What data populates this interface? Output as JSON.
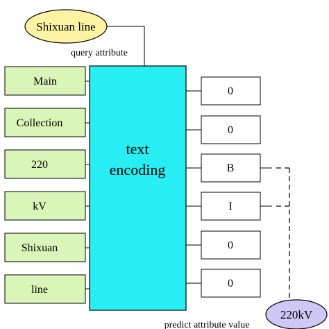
{
  "query": {
    "text": "Shixuan line",
    "label": "query attribute",
    "fill": "#fdf3a3",
    "label_color": "#e3a520"
  },
  "inputs": {
    "fill": "#d9f5b8",
    "items": [
      "Main",
      "Collection",
      "220",
      "kV",
      "Shixuan",
      "line"
    ]
  },
  "encoder": {
    "line1": "text",
    "line2": "encoding",
    "fill": "#26eef3"
  },
  "outputs": {
    "items": [
      "0",
      "0",
      "B",
      "I",
      "0",
      "0"
    ]
  },
  "prediction": {
    "text": "220kV",
    "label": "predict attribute value",
    "fill": "#cfc7f5",
    "label_color": "#b3a3f0"
  }
}
